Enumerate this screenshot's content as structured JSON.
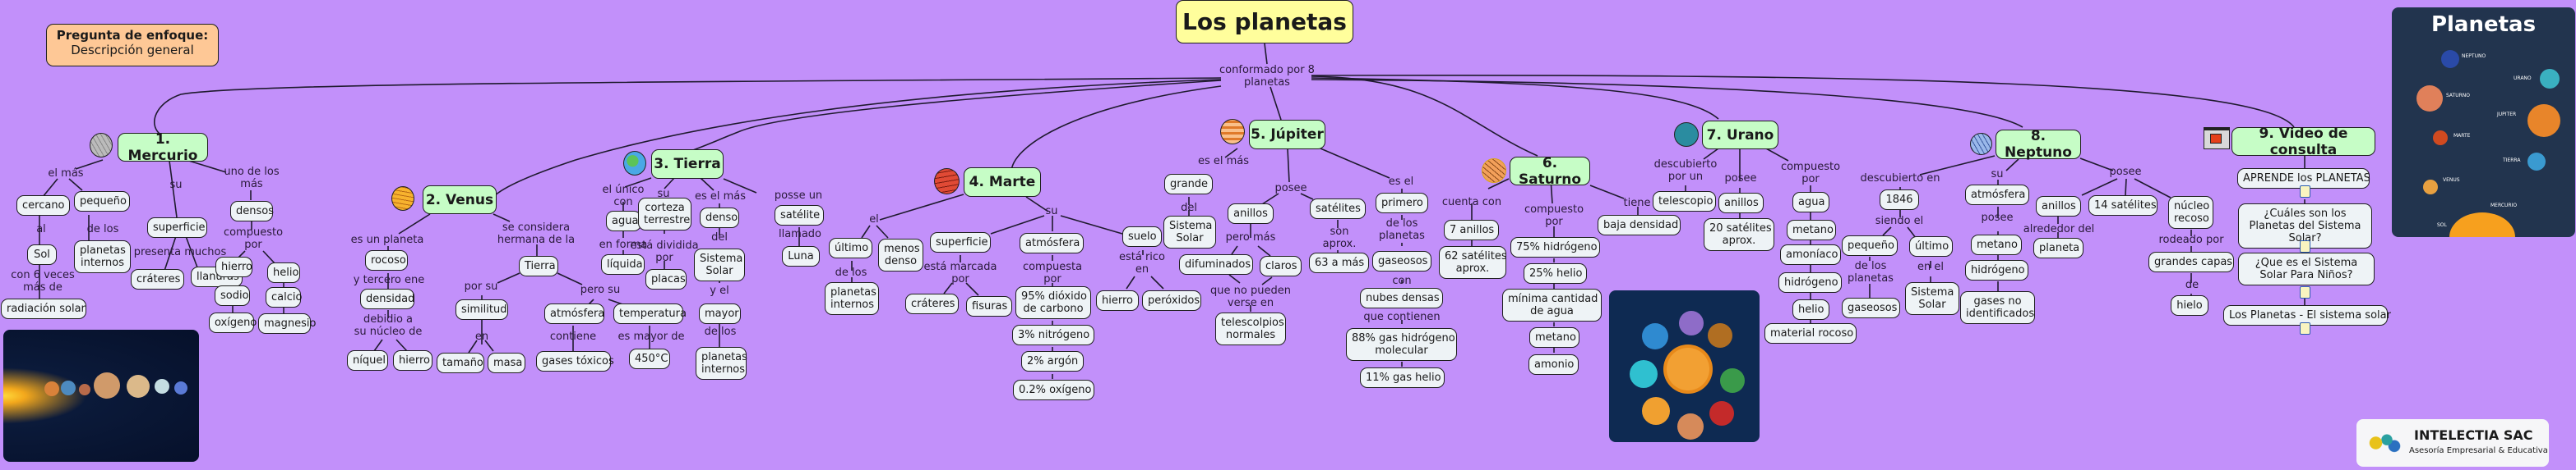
{
  "title": "Los planetas",
  "focus": {
    "heading": "Pregunta de enfoque:",
    "subtitle": "Descripción general"
  },
  "root_link": [
    "conformado por 8",
    "planetas"
  ],
  "planets": [
    {
      "name": "1. Mercurio",
      "icon": "mercury-icon"
    },
    {
      "name": "2. Venus",
      "icon": "venus-icon"
    },
    {
      "name": "3. Tierra",
      "icon": "earth-icon"
    },
    {
      "name": "4. Marte",
      "icon": "mars-icon"
    },
    {
      "name": "5. Júpiter",
      "icon": "jupiter-icon"
    },
    {
      "name": "6. Saturno",
      "icon": "saturn-icon"
    },
    {
      "name": "7. Urano",
      "icon": "uranus-icon"
    },
    {
      "name": "8. Neptuno",
      "icon": "neptune-icon"
    },
    {
      "name": "9. Video de consulta",
      "icon": "video-icon"
    }
  ],
  "mercurio": {
    "links": {
      "el_mas": "el más",
      "su": "su",
      "uno": [
        "uno de los",
        "más"
      ],
      "al": "al",
      "de_los": "de los",
      "veces": [
        "con 6 veces",
        "más de"
      ],
      "presenta": "presenta muchos",
      "compuesto": [
        "compuesto",
        "por"
      ]
    },
    "nodes": {
      "cercano": "cercano",
      "pequeno": "pequeño",
      "sol": "Sol",
      "planetas": [
        "planetas",
        "internos"
      ],
      "radiacion": "radiación solar",
      "superficie": "superficie",
      "crateres": "cráteres",
      "llanuras": "llanuras",
      "densos": "densos",
      "hierro": "hierro",
      "sodio": "sodio",
      "oxigeno": "oxígeno",
      "helio": "helio",
      "calcio": "calcio",
      "magnesio": "magnesio"
    }
  },
  "venus": {
    "links": {
      "es_un": "es un planeta",
      "tercero": "y tercero ene",
      "debido": [
        "debidio a",
        "su núcleo de"
      ],
      "hermana": [
        "se considera",
        "hermana de la"
      ],
      "por_su": "por su",
      "en": "en",
      "pero": "pero su",
      "contiene": "contiene",
      "mayor": "es mayor de"
    },
    "nodes": {
      "rocoso": "rocoso",
      "densidad": "densidad",
      "niquel": "níquel",
      "hierro": "hierro",
      "tierra": "Tierra",
      "similitud": "similitud",
      "tamano": "tamaño",
      "masa": "masa",
      "atmosfera": "atmósfera",
      "gases": "gases tóxicos",
      "temperatura": "temperatura",
      "grados": "450°C"
    }
  },
  "tierra": {
    "links": {
      "unico": [
        "el único",
        "con"
      ],
      "forma": "en forma",
      "su": "su",
      "dividida": [
        "está dividida",
        "por"
      ],
      "mas": "es el más",
      "del": "del",
      "yel": "y el",
      "delos": "de los",
      "posse": "posse un",
      "llamado": "llamado"
    },
    "nodes": {
      "agua": "agua",
      "liquida": "líquida",
      "corteza": [
        "corteza",
        "terrestre"
      ],
      "placas": "placas",
      "denso": "denso",
      "sistema": [
        "Sistema",
        "Solar"
      ],
      "mayor": "mayor",
      "planetas": [
        "planetas",
        "internos"
      ],
      "satelite": "satélite",
      "luna": "Luna"
    }
  },
  "marte": {
    "links": {
      "el": "el",
      "delos": "de los",
      "su": "su",
      "marcada": [
        "está marcada",
        "por"
      ],
      "compuesta": [
        "compuesta",
        "por"
      ],
      "rico": [
        "está rico",
        "en"
      ]
    },
    "nodes": {
      "ultimo": "último",
      "menos": [
        "menos",
        "denso"
      ],
      "planetas": [
        "planetas",
        "internos"
      ],
      "superficie": "superficie",
      "crateres": "cráteres",
      "fisuras": "fisuras",
      "atmosfera": "atmósfera",
      "co2": [
        "95% dióxido",
        "de carbono"
      ],
      "n2": "3% nitrógeno",
      "ar": "2% argón",
      "o2": "0.2% oxígeno",
      "suelo": "suelo",
      "hierro": "hierro",
      "peroxidos": "peróxidos"
    }
  },
  "jupiter": {
    "links": {
      "mas": "es el más",
      "del": "del",
      "posee": "posee",
      "pero": "pero más",
      "verse": [
        "que no pueden",
        "verse en"
      ],
      "son": [
        "son",
        "aprox."
      ],
      "esel": "es el",
      "delos": [
        "de los",
        "planetas"
      ],
      "con": "con",
      "contienen": "que contienen"
    },
    "nodes": {
      "grande": "grande",
      "sistema": [
        "Sistema",
        "Solar"
      ],
      "anillos": "anillos",
      "difuminados": "difuminados",
      "claros": "claros",
      "telescopios": [
        "telescolpios",
        "normales"
      ],
      "satelites": "satélites",
      "mas63": "63 a más",
      "primero": "primero",
      "gaseosos": "gaseosos",
      "nubes": "nubes densas",
      "h2": [
        "88% gas hidrógeno",
        "molecular"
      ],
      "he": "11% gas helio"
    }
  },
  "saturno": {
    "links": {
      "cuenta": "cuenta con",
      "compuesto": [
        "compuesto",
        "por"
      ],
      "tiene": "tiene"
    },
    "nodes": {
      "anillos": "7 anillos",
      "satelites": [
        "62 satélites",
        "aprox."
      ],
      "h": "75% hidrógeno",
      "he": "25% helio",
      "agua": [
        "mínima cantidad",
        "de  agua"
      ],
      "metano": "metano",
      "amonio": "amonio",
      "baja": "baja densidad"
    }
  },
  "urano": {
    "links": {
      "descubierto": [
        "descubierto",
        "por un"
      ],
      "posee": "posee",
      "compuesto": [
        "compuesto",
        "por"
      ]
    },
    "nodes": {
      "telescopio": "telescopio",
      "anillos": "anillos",
      "satelites": [
        "20 satélites",
        "aprox."
      ],
      "agua": "agua",
      "metano": "metano",
      "amoniaco": "amoníaco",
      "hidrogeno": "hidrógeno",
      "helio": "helio",
      "rocoso": "material rocoso"
    }
  },
  "neptuno": {
    "links": {
      "descubierto": "descubierto en",
      "siendo": "siendo el",
      "delos": [
        "de los",
        "planetas"
      ],
      "enel": "en el",
      "su": "su",
      "posee2": "posee",
      "posee": "posee",
      "alrededor": "alrededor del",
      "rodeado": "rodeado por",
      "de": "de"
    },
    "nodes": {
      "anio": "1846",
      "pequeno": "pequeño",
      "gaseosos": "gaseosos",
      "ultimo": "último",
      "sistema": [
        "Sistema",
        "Solar"
      ],
      "atmosfera": "atmósfera",
      "metano": "metano",
      "hidrogeno": "hidrógeno",
      "gases": [
        "gases no",
        "identificados"
      ],
      "anillos": "anillos",
      "planeta": "planeta",
      "satelites": "14 satélites",
      "nucleo": [
        "núcleo",
        "recoso"
      ],
      "capas": "grandes capas",
      "hielo": "hielo"
    }
  },
  "videos": [
    "APRENDE los PLANETAS",
    "¿Cuáles son los Planetas del Sistema Solar?",
    "¿Que es el Sistema Solar Para Niños?",
    "Los Planetas - El sistema solar"
  ],
  "poster": {
    "title": "Planetas",
    "labels": [
      "NEPTUNO",
      "URANO",
      "SATURNO",
      "JUPITER",
      "MARTE",
      "TIERRA",
      "VENUS",
      "MERCURIO",
      "SOL"
    ]
  },
  "logo": {
    "name": "INTELECTIA SAC",
    "tagline": "Asesoría Empresarial & Educativa"
  },
  "colors": {
    "background": "#c290fa",
    "planet_node": "#c6fdc6",
    "concept_node": "#eef3f6",
    "title_node": "#fffe9c",
    "focus_node": "#fec896"
  }
}
